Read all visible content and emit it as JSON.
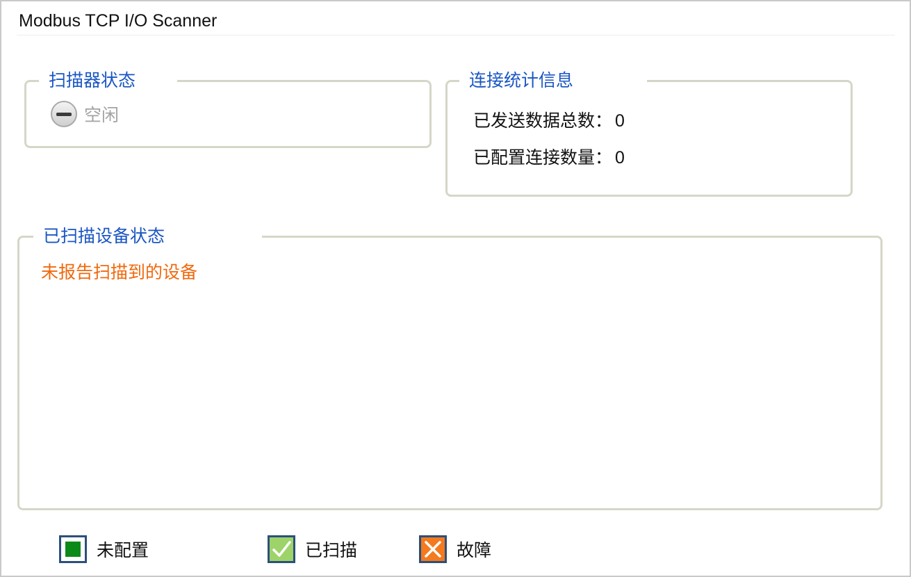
{
  "window": {
    "title": "Modbus TCP I/O Scanner"
  },
  "scanner_status": {
    "legend": "扫描器状态",
    "status_icon": "idle-minus-icon",
    "status_text": "空闲"
  },
  "connection_stats": {
    "legend": "连接统计信息",
    "total_sent_label": "已发送数据总数：",
    "total_sent_value": "0",
    "configured_connections_label": "已配置连接数量：",
    "configured_connections_value": "0"
  },
  "scanned_devices": {
    "legend": "已扫描设备状态",
    "empty_message": "未报告扫描到的设备"
  },
  "status_legend": {
    "items": [
      {
        "label": "未配置",
        "icon": "green-square-icon",
        "color": "#0b8a1a"
      },
      {
        "label": "已扫描",
        "icon": "check-icon",
        "color": "#9ed36a"
      },
      {
        "label": "故障",
        "icon": "x-icon",
        "color": "#f47a1f"
      }
    ]
  },
  "colors": {
    "legend_text": "#1a56c4",
    "warning_text": "#f0690e",
    "group_border": "#d6d6c8"
  }
}
